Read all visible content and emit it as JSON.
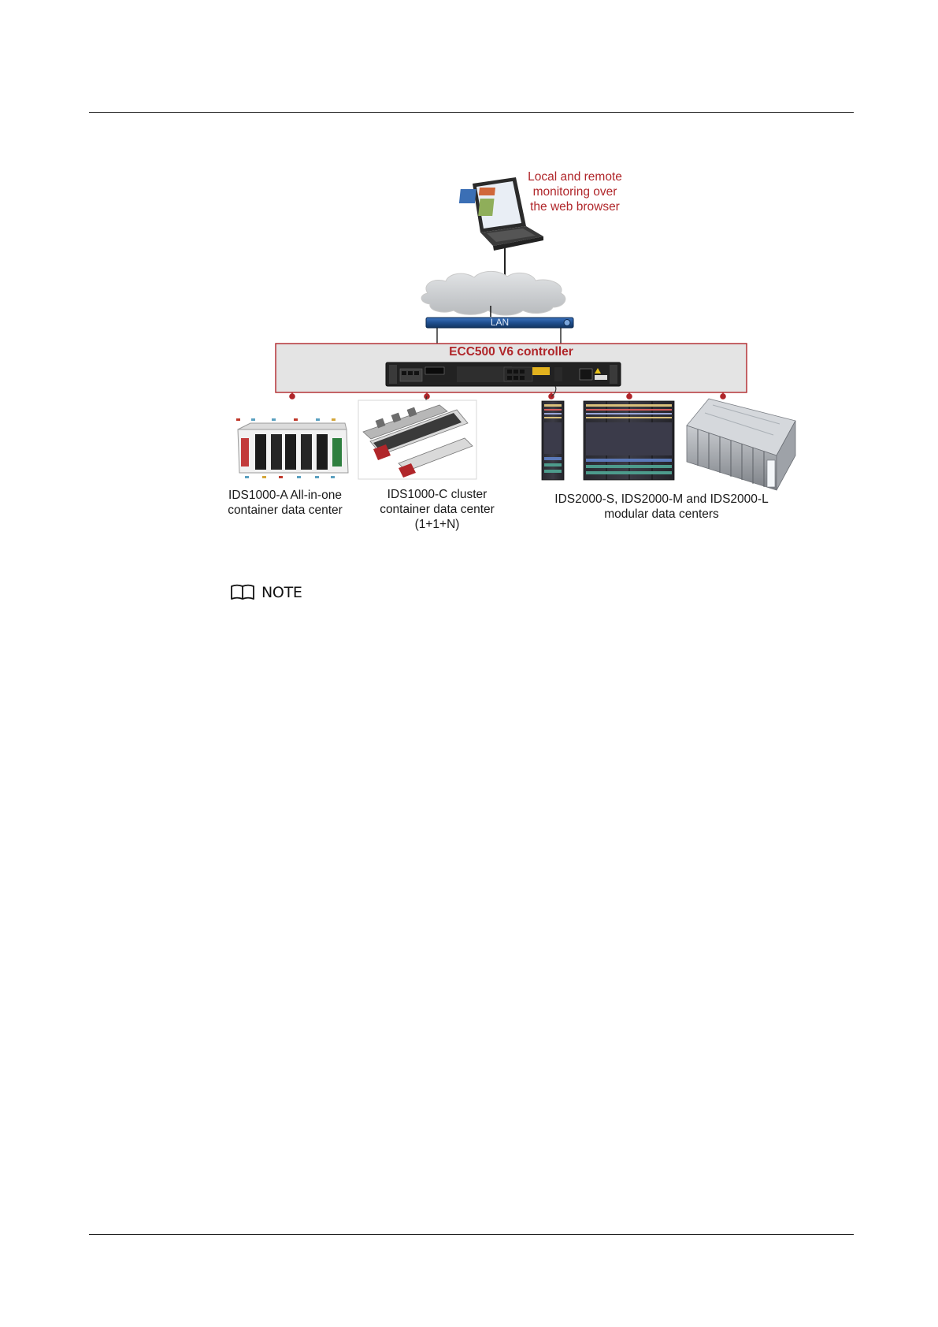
{
  "figure": {
    "laptop_caption": [
      "Local and remote",
      "monitoring over",
      "the web browser"
    ],
    "lan_label": "LAN",
    "controller_title": "ECC500  V6  controller",
    "products": [
      {
        "lines": [
          "IDS1000-A All-in-one",
          "container data center"
        ]
      },
      {
        "lines": [
          "IDS1000-C cluster",
          "container data center",
          "(1+1+N)"
        ]
      },
      {
        "lines": [
          "IDS2000-S, IDS2000-M and IDS2000-L",
          "modular data centers"
        ]
      }
    ],
    "colors": {
      "accent_red": "#b0262a",
      "lan_blue": "#1f4f8f",
      "panel_gray": "#e4e4e4"
    }
  },
  "note": {
    "icon": "open-book-icon",
    "label": "NOTE"
  }
}
